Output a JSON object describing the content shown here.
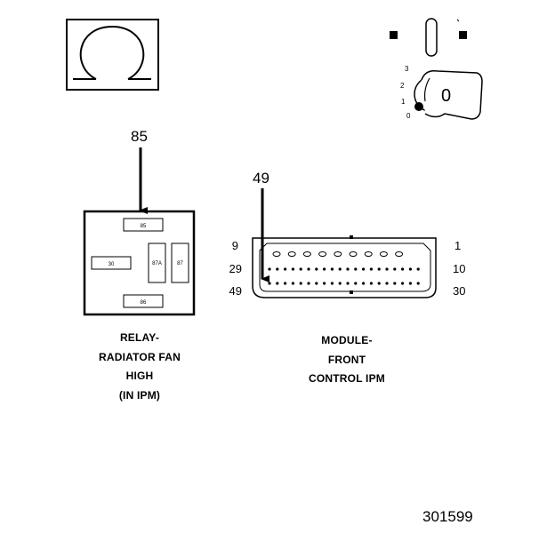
{
  "symbols": {
    "ohm_icon": "ohmmeter-symbol",
    "ignition_icon": "ignition-key-switch",
    "ignition_positions": [
      "3",
      "2",
      "1",
      "0"
    ],
    "key_label": "0"
  },
  "relay": {
    "pointer_pin": "85",
    "terminals": [
      "85",
      "30",
      "87A",
      "87",
      "86"
    ],
    "caption_lines": [
      "RELAY-",
      "RADIATOR FAN",
      "HIGH",
      "(IN IPM)"
    ]
  },
  "module": {
    "pointer_pin": "49",
    "pin_labels_left": [
      "9",
      "29",
      "49"
    ],
    "pin_labels_right": [
      "1",
      "10",
      "30"
    ],
    "caption_lines": [
      "MODULE-",
      "FRONT",
      "CONTROL IPM"
    ]
  },
  "figure_id": "301599"
}
